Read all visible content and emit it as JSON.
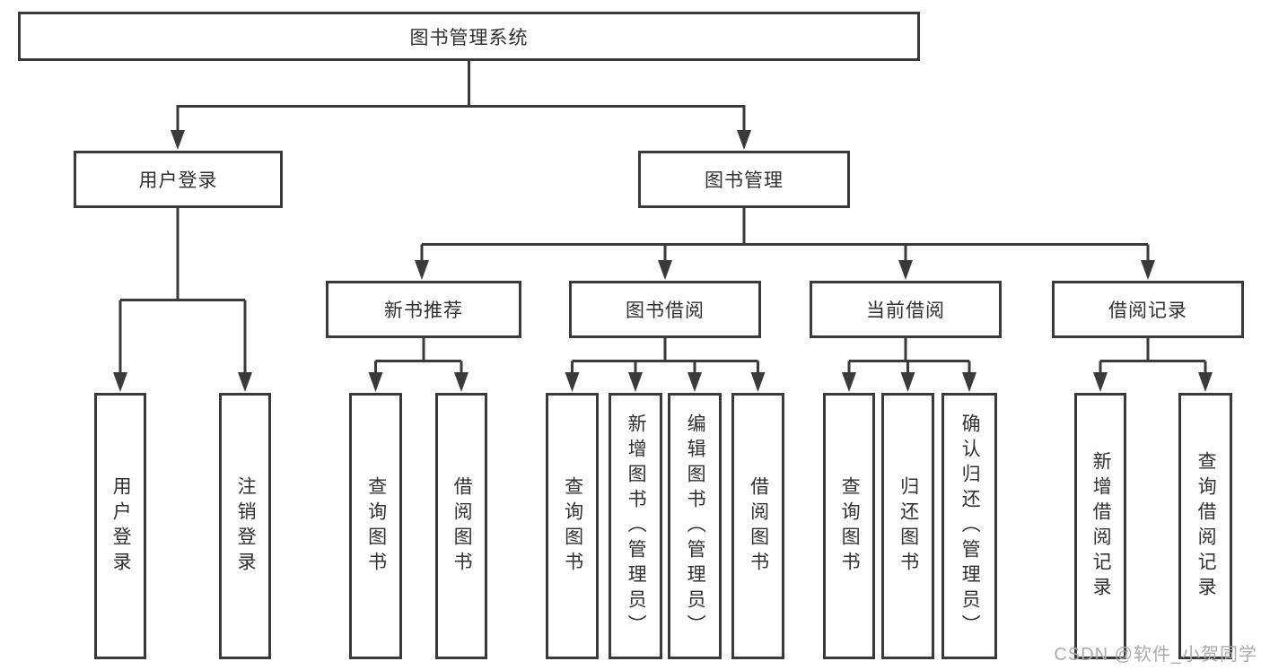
{
  "diagram": {
    "title": "图书管理系统",
    "branches": [
      {
        "label": "用户登录",
        "children": [
          "用户登录",
          "注销登录"
        ]
      },
      {
        "label": "图书管理",
        "sections": [
          {
            "label": "新书推荐",
            "children": [
              "查询图书",
              "借阅图书"
            ]
          },
          {
            "label": "图书借阅",
            "children": [
              "查询图书",
              "新增图书（管理员）",
              "编辑图书（管理员）",
              "借阅图书"
            ]
          },
          {
            "label": "当前借阅",
            "children": [
              "查询图书",
              "归还图书",
              "确认归还（管理员）"
            ]
          },
          {
            "label": "借阅记录",
            "children": [
              "新增借阅记录",
              "查询借阅记录"
            ]
          }
        ]
      }
    ],
    "colors": {
      "line": "#3a3a3a",
      "box_border": "#3a3a3a",
      "text": "#303030",
      "watermark": "#ababab"
    }
  },
  "watermark": {
    "text": "CSDN @软件_小贺同学"
  }
}
